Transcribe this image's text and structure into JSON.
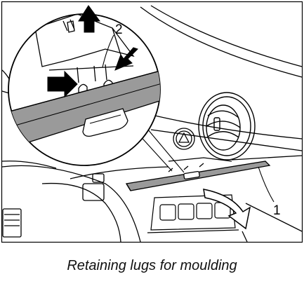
{
  "callouts": {
    "label_1": "1",
    "label_2": "2"
  },
  "caption": "Retaining lugs for moulding",
  "colors": {
    "line": "#000000",
    "trim_grey": "#9a9a9a",
    "background": "#ffffff"
  },
  "icons": [
    "up-arrow-icon",
    "right-arrow-icon",
    "curved-arrow-icon",
    "hazard-warning-icon"
  ]
}
